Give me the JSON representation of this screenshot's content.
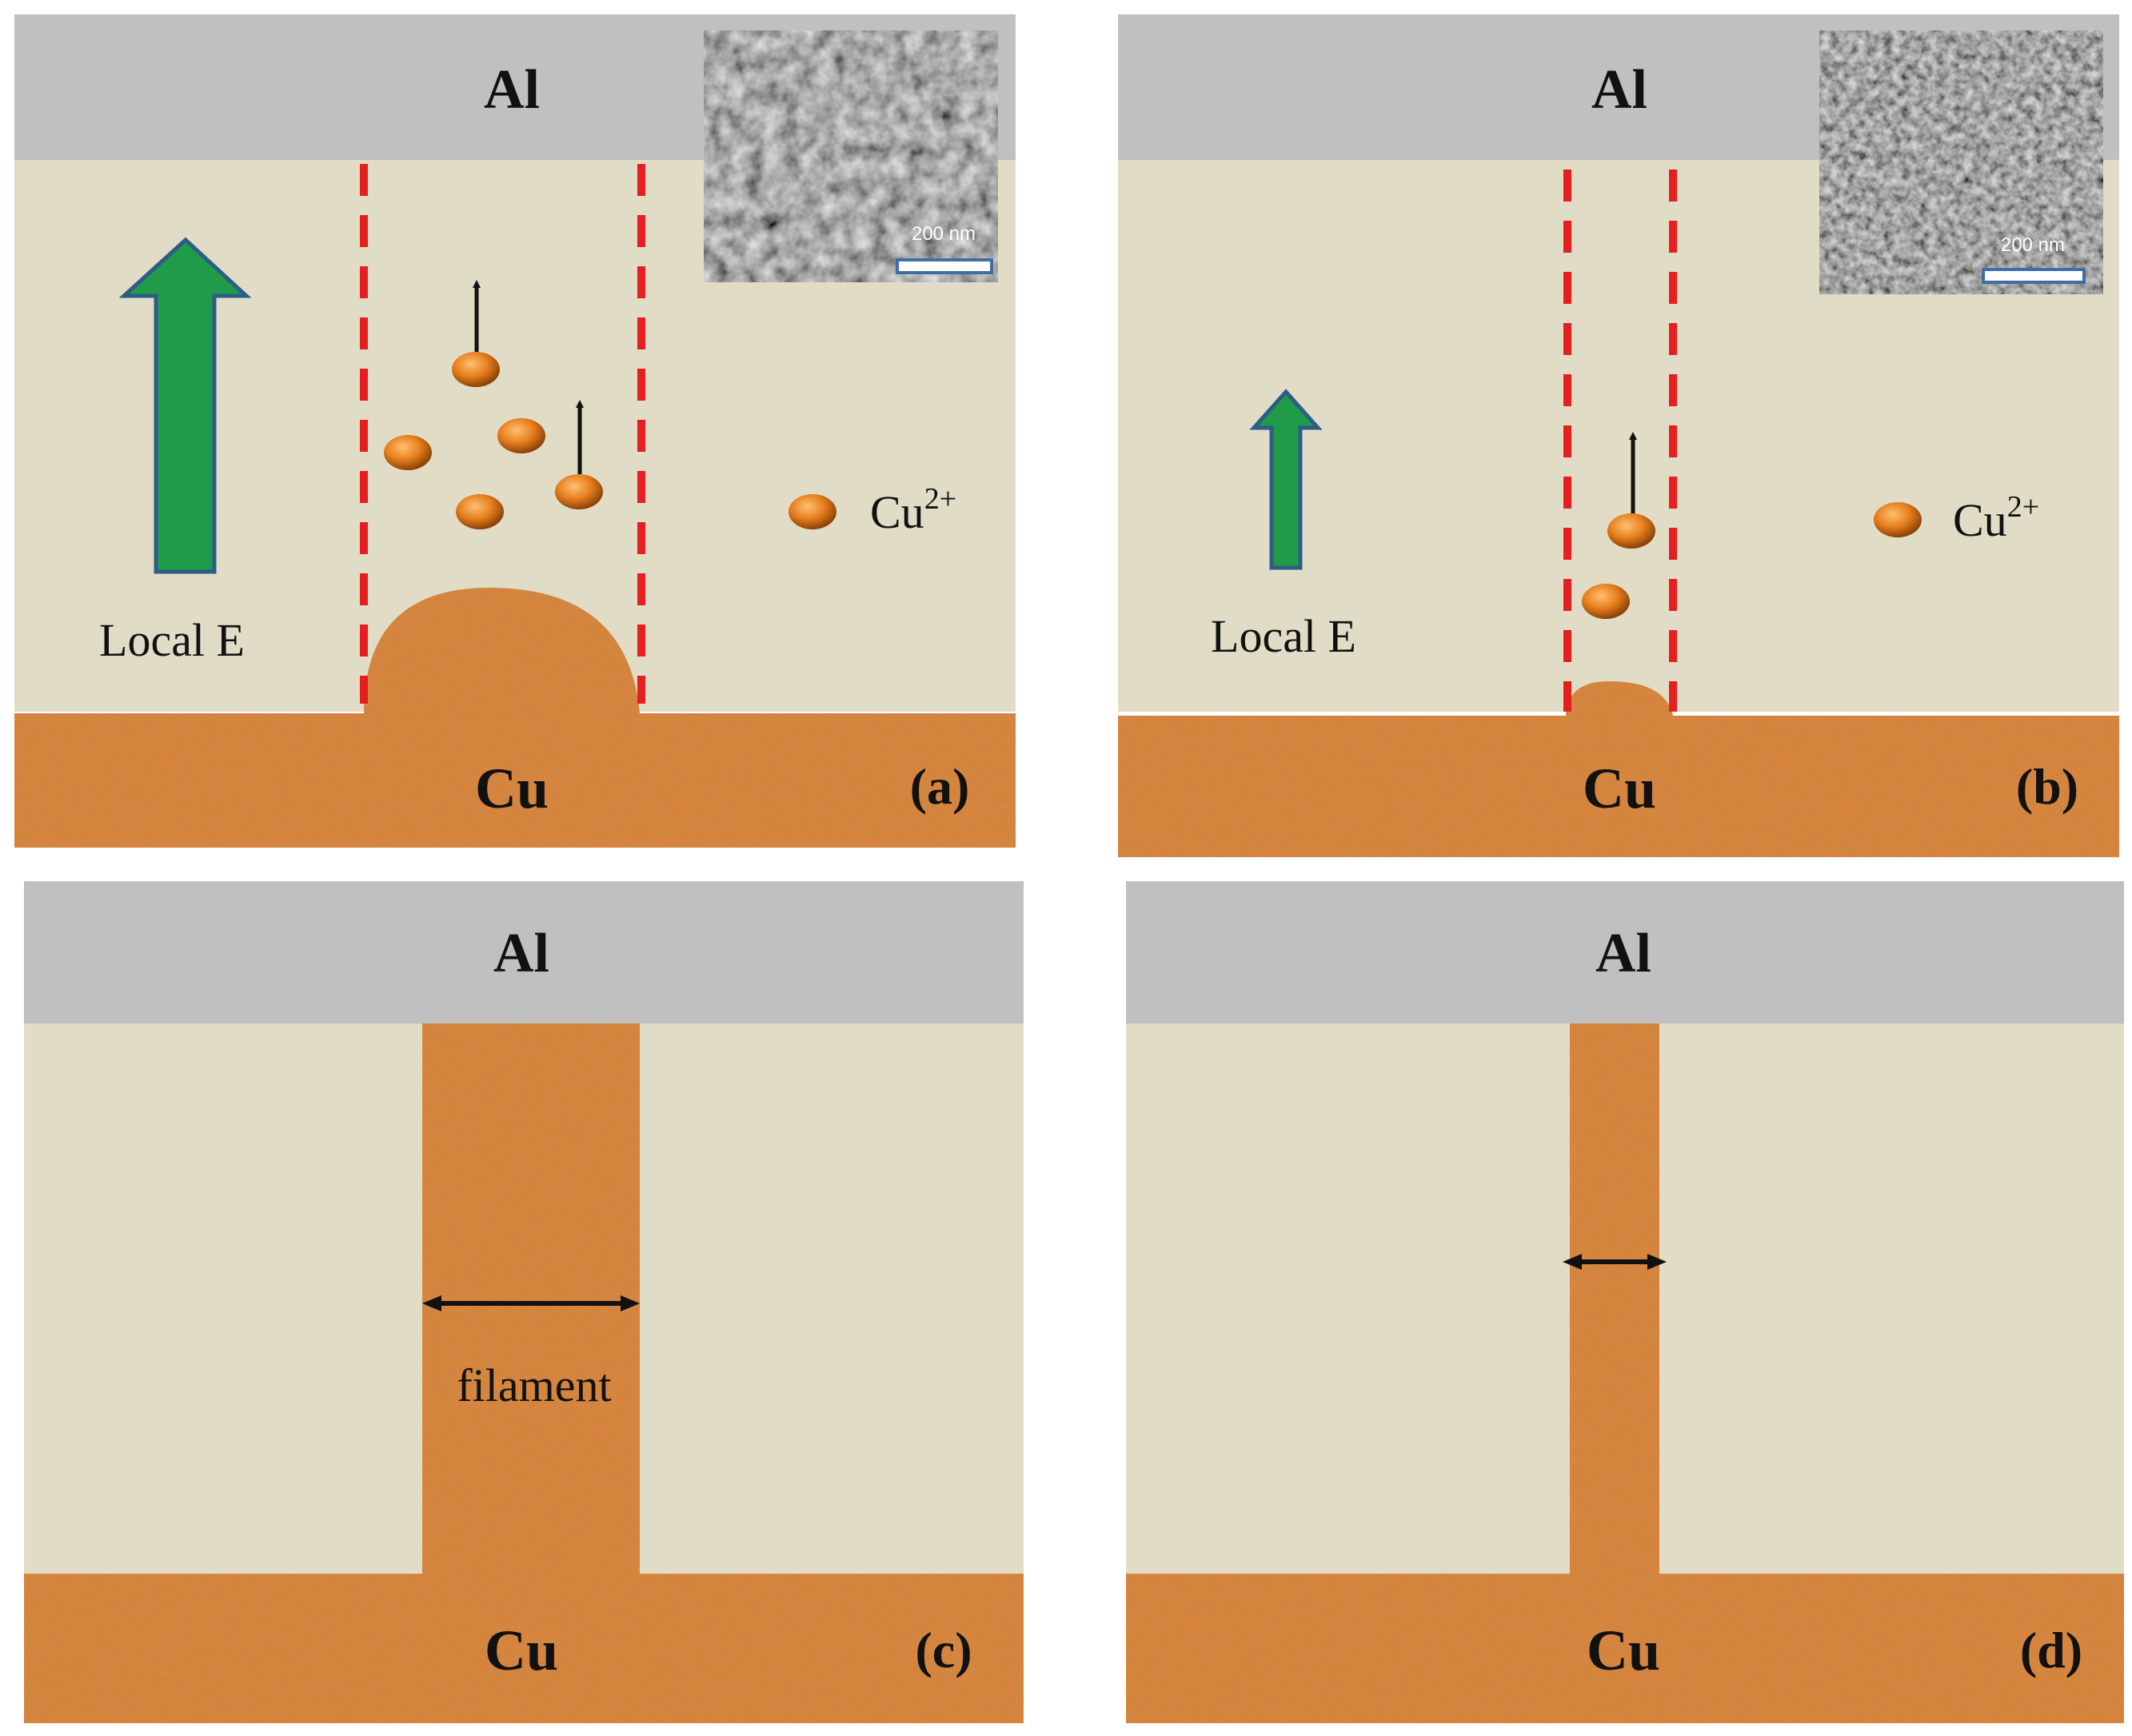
{
  "colors": {
    "al_layer": "#c0c0c0",
    "dielectric": "#e0dcc6",
    "cu": "#d9843f",
    "field_arrow": "#1f9b4a",
    "field_arrow_edge": "#2d5c86",
    "boundary": "#e51f1f",
    "ion": "#e67d1c"
  },
  "panels": {
    "a": {
      "top_label": "Al",
      "bottom_label": "Cu",
      "panel_label": "(a)",
      "field_label": "Local E",
      "ion_legend_base": "Cu",
      "ion_legend_sup": "2+",
      "sem_scale": "200 nm"
    },
    "b": {
      "top_label": "Al",
      "bottom_label": "Cu",
      "panel_label": "(b)",
      "field_label": "Local E",
      "ion_legend_base": "Cu",
      "ion_legend_sup": "2+",
      "sem_scale": "200 nm"
    },
    "c": {
      "top_label": "Al",
      "bottom_label": "Cu",
      "panel_label": "(c)",
      "filament_label": "filament"
    },
    "d": {
      "top_label": "Al",
      "bottom_label": "Cu",
      "panel_label": "(d)"
    }
  }
}
